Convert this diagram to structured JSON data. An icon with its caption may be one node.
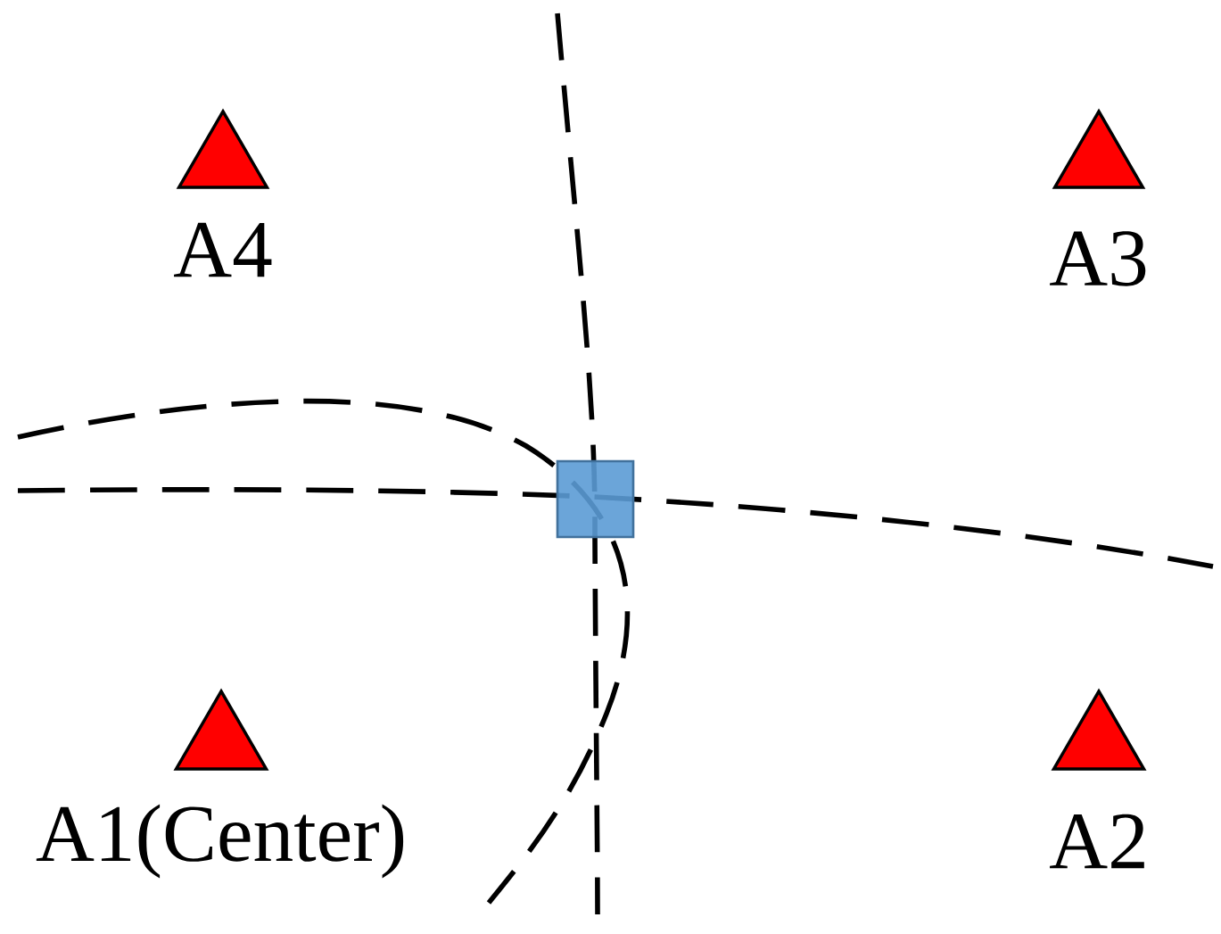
{
  "diagram": {
    "nodes": [
      {
        "text": [
          "A4"
        ]
      },
      {
        "text": [
          "A3"
        ]
      },
      {
        "text": [
          "A1(Center)"
        ]
      },
      {
        "text": [
          "A2"
        ]
      },
      {
        "text": [],
        "shape": "box"
      }
    ]
  }
}
